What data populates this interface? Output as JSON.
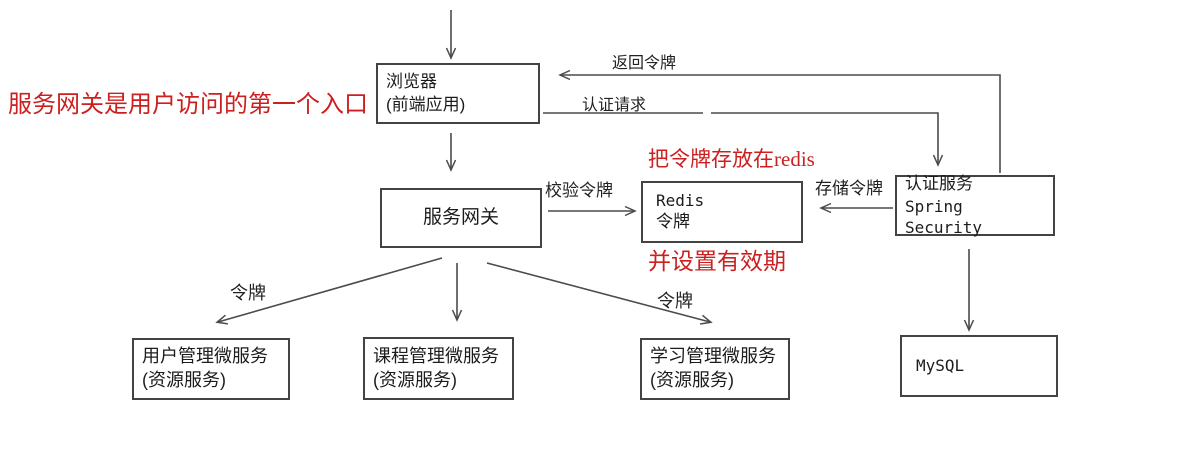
{
  "colors": {
    "note_red": "#cc2020",
    "line_gray": "#4b4b4b",
    "border_gray": "#434343"
  },
  "nodes": {
    "browser": {
      "line1": "浏览器",
      "line2": "(前端应用)"
    },
    "gateway": {
      "line1": "服务网关"
    },
    "redis": {
      "line1": "Redis",
      "line2": "令牌"
    },
    "auth": {
      "line1": "认证服务",
      "line2": "Spring Security"
    },
    "mysql": {
      "line1": "MySQL"
    },
    "user_service": {
      "line1": "用户管理微服务",
      "line2": "(资源服务)"
    },
    "course_service": {
      "line1": "课程管理微服务",
      "line2": "(资源服务)"
    },
    "learning_service": {
      "line1": "学习管理微服务",
      "line2": "(资源服务)"
    }
  },
  "edge_labels": {
    "return_token": "返回令牌",
    "auth_request": "认证请求",
    "verify_token": "校验令牌",
    "store_token": "存储令牌",
    "token_left": "令牌",
    "token_right": "令牌"
  },
  "annotations": {
    "entry_note": "服务网关是用户访问的第一个入口",
    "redis_note_top": "把令牌存放在redis",
    "redis_note_bottom": "并设置有效期"
  }
}
